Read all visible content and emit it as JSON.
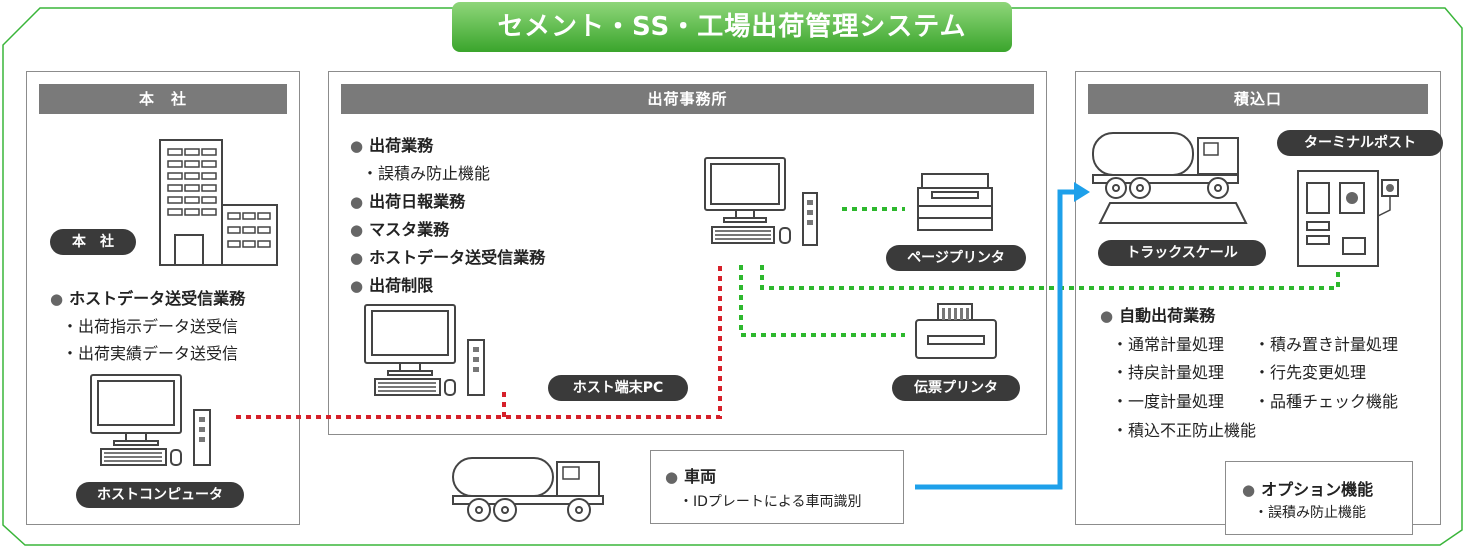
{
  "title": "セメント・SS・工場出荷管理システム",
  "colors": {
    "frame_green": "#3ab53a",
    "link_red": "#d6202a",
    "link_green": "#2db82d",
    "link_blue": "#1ea0ea"
  },
  "headquarters": {
    "header": "本　社",
    "building_label": "本　社",
    "task_title": "ホストデータ送受信業務",
    "tasks": [
      "出荷指示データ送受信",
      "出荷実績データ送受信"
    ],
    "computer_label": "ホストコンピュータ"
  },
  "office": {
    "header": "出荷事務所",
    "tasks": [
      {
        "title": "出荷業務",
        "sub": "誤積み防止機能"
      },
      {
        "title": "出荷日報業務"
      },
      {
        "title": "マスタ業務"
      },
      {
        "title": "ホストデータ送受信業務"
      },
      {
        "title": "出荷制限"
      }
    ],
    "host_pc_label": "ホスト端末PC",
    "page_printer_label": "ページプリンタ",
    "slip_printer_label": "伝票プリンタ"
  },
  "loading": {
    "header": "積込口",
    "terminal_label": "ターミナルポスト",
    "scale_label": "トラックスケール",
    "auto_title": "自動出荷業務",
    "auto_items": [
      "通常計量処理",
      "積み置き計量処理",
      "持戻計量処理",
      "行先変更処理",
      "一度計量処理",
      "品種チェック機能",
      "積込不正防止機能"
    ],
    "option_title": "オプション機能",
    "option_item": "誤積み防止機能"
  },
  "vehicle": {
    "title": "車両",
    "sub": "IDプレートによる車両識別"
  }
}
